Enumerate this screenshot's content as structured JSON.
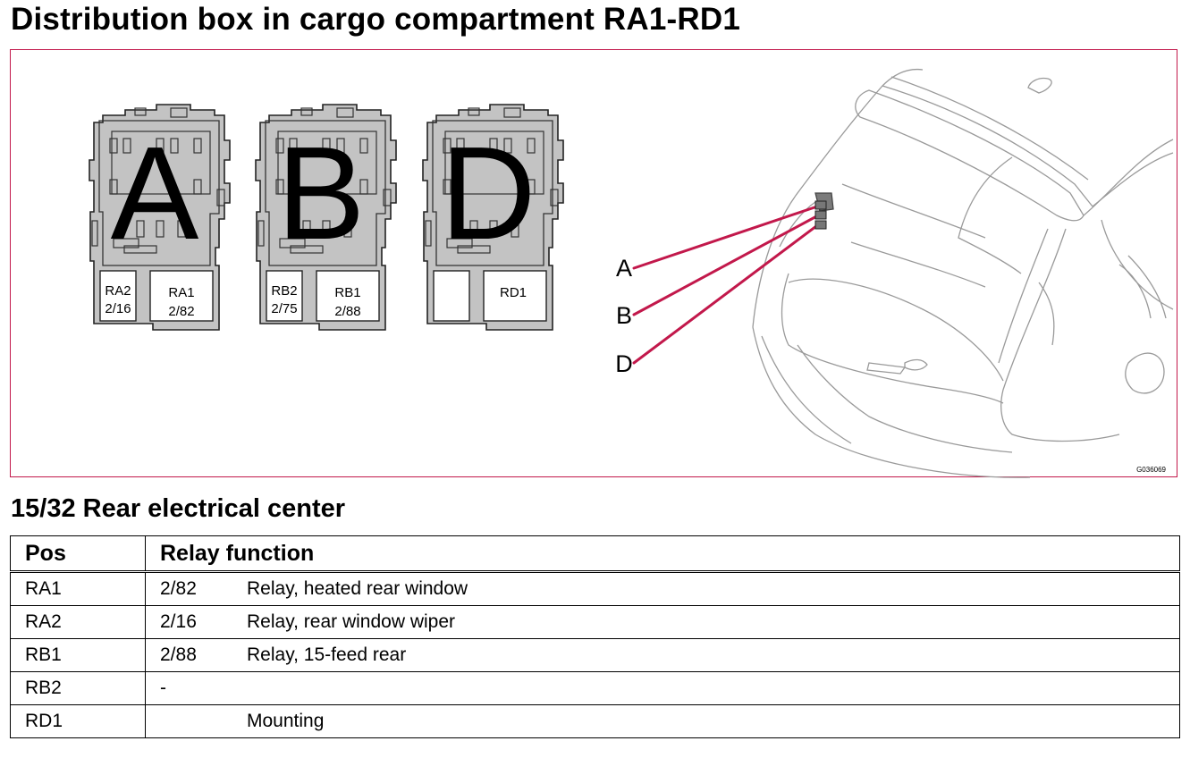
{
  "title": "Distribution box in cargo compartment RA1-RD1",
  "figure": {
    "boxes": [
      {
        "letter": "A",
        "left_slot_code": "RA2",
        "left_slot_value": "2/16",
        "right_slot_code": "RA1",
        "right_slot_value": "2/82"
      },
      {
        "letter": "B",
        "left_slot_code": "RB2",
        "left_slot_value": "2/75",
        "right_slot_code": "RB1",
        "right_slot_value": "2/88"
      },
      {
        "letter": "D",
        "left_slot_code": "",
        "left_slot_value": "",
        "right_slot_code": "RD1",
        "right_slot_value": ""
      }
    ],
    "callouts": [
      "A",
      "B",
      "D"
    ],
    "image_code": "G036069",
    "accent_color": "#c2184b"
  },
  "section_title": "15/32 Rear electrical center",
  "table": {
    "headers": {
      "pos": "Pos",
      "function": "Relay function"
    },
    "rows": [
      {
        "pos": "RA1",
        "code": "2/82",
        "function": "Relay, heated rear window"
      },
      {
        "pos": "RA2",
        "code": "2/16",
        "function": "Relay, rear window wiper"
      },
      {
        "pos": "RB1",
        "code": "2/88",
        "function": "Relay, 15-feed rear"
      },
      {
        "pos": "RB2",
        "code": "-",
        "function": ""
      },
      {
        "pos": "RD1",
        "code": "",
        "function": "Mounting"
      }
    ]
  }
}
